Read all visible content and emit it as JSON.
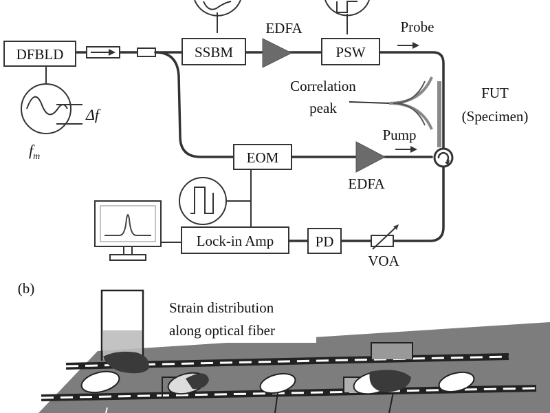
{
  "panel_a": {
    "dfbld": "DFBLD",
    "ssbm": "SSBM",
    "edfa_top": "EDFA",
    "psw": "PSW",
    "probe": "Probe",
    "correlation_line1": "Correlation",
    "correlation_line2": "peak",
    "fut_line1": "FUT",
    "fut_line2": "(Specimen)",
    "delta_f": "Δf",
    "fm_base": "f",
    "fm_sub": "m",
    "eom": "EOM",
    "pump": "Pump",
    "edfa_bottom": "EDFA",
    "lockin": "Lock-in Amp",
    "pd": "PD",
    "voa": "VOA"
  },
  "panel_b": {
    "label": "(b)",
    "strain_line1": "Strain distribution",
    "strain_line2": "along optical fiber"
  },
  "colors": {
    "line": "#333333",
    "amplifier": "#6b6b6b",
    "specimen": "#8a8a8a",
    "ellipse_dark": "#3a3a3a"
  }
}
